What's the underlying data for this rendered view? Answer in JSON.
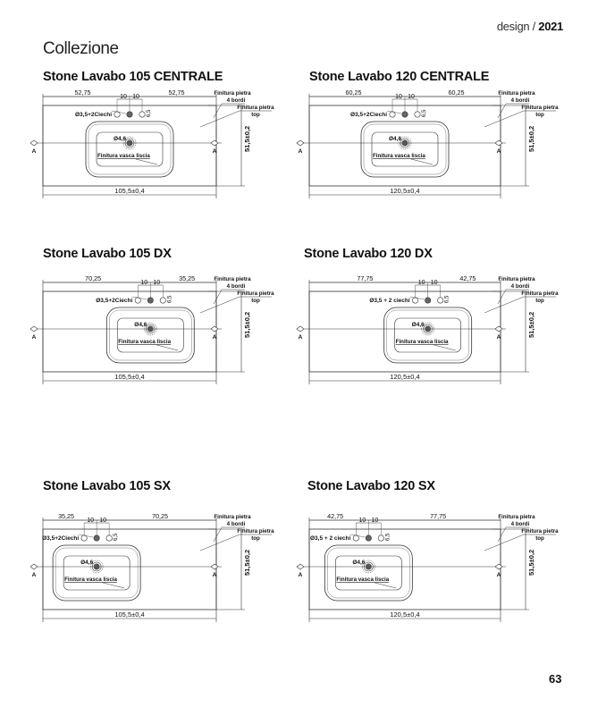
{
  "header": {
    "brand_prefix": "design / ",
    "year": "2021"
  },
  "section_title": "Collezione",
  "page_number": "63",
  "labels": {
    "finish_edges_line1": "Finitura pietra",
    "finish_edges_line2": "4 bordi",
    "finish_top_line1": "Finitura pietra",
    "finish_top_line2": "top",
    "basin_finish": "Finitura vasca liscia",
    "drain_diameter": "Ø4,6",
    "hole_spacing": "10",
    "hole_offset": "6,5",
    "section_marker": "A",
    "depth": "51,5±0,2"
  },
  "products": [
    {
      "title": "Stone Lavabo 105 CENTRALE",
      "left_dim": "52,75",
      "right_dim": "52,75",
      "holes": "Ø3,5+2Ciechi",
      "width_dim": "105,5±0,4",
      "variant": "centrale",
      "size": 105
    },
    {
      "title": "Stone Lavabo 120 CENTRALE",
      "left_dim": "60,25",
      "right_dim": "60,25",
      "holes": "Ø3,5+2Ciechi",
      "width_dim": "120,5±0,4",
      "variant": "centrale",
      "size": 120
    },
    {
      "title": "Stone Lavabo 105 DX",
      "left_dim": "70,25",
      "right_dim": "35,25",
      "holes": "Ø3,5+2Ciechi",
      "width_dim": "105,5±0,4",
      "variant": "dx",
      "size": 105
    },
    {
      "title": "Stone Lavabo 120 DX",
      "left_dim": "77,75",
      "right_dim": "42,75",
      "holes": "Ø3,5 + 2 ciechi",
      "width_dim": "120,5±0,4",
      "variant": "dx",
      "size": 120
    },
    {
      "title": "Stone Lavabo 105 SX",
      "left_dim": "35,25",
      "right_dim": "70,25",
      "holes": "Ø3,5+2Ciechi",
      "width_dim": "105,5±0,4",
      "variant": "sx",
      "size": 105
    },
    {
      "title": "Stone Lavabo 120 SX",
      "left_dim": "42,75",
      "right_dim": "77,75",
      "holes": "Ø3,5 + 2 ciechi",
      "width_dim": "120,5±0,4",
      "variant": "sx",
      "size": 120
    }
  ]
}
